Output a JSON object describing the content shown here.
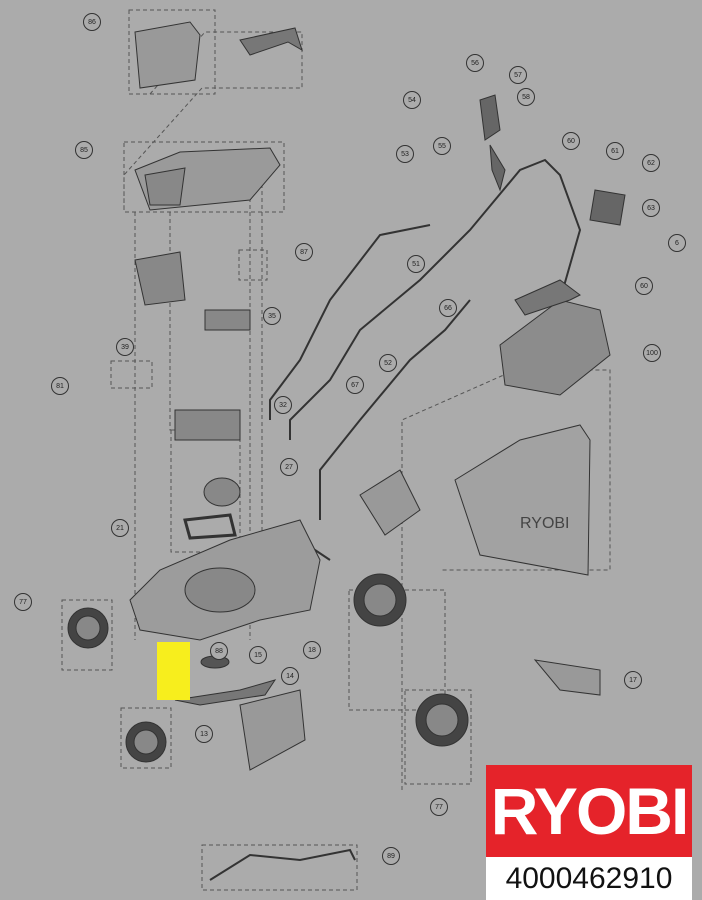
{
  "brand": {
    "logo_text": "RYOBI",
    "logo_color": "#e5232a",
    "part_number": "4000462910"
  },
  "bag_print": "RYOBI",
  "highlighted_part": "88",
  "highlight_color": "#f7ee1d",
  "callouts": [
    "86",
    "85",
    "56",
    "57",
    "58",
    "54",
    "55",
    "53",
    "60",
    "61",
    "62",
    "63",
    "6",
    "60",
    "87",
    "51",
    "66",
    "35",
    "39",
    "52",
    "100",
    "67",
    "81",
    "32",
    "27",
    "21",
    "77",
    "88",
    "15",
    "18",
    "14",
    "17",
    "13",
    "77",
    "89"
  ]
}
